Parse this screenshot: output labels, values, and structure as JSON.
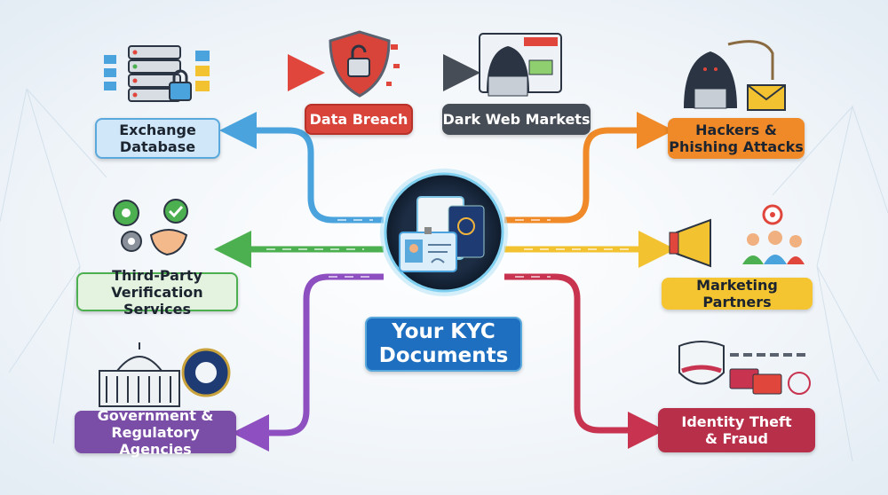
{
  "center": {
    "title_line1": "Your KYC",
    "title_line2": "Documents",
    "icon": "id-card-passport-documents-icon"
  },
  "nodes": {
    "exchange_database": {
      "line1": "Exchange",
      "line2": "Database",
      "icon": "server-database-lock-icon",
      "color": "#cfe7f8"
    },
    "data_breach": {
      "label": "Data Breach",
      "icon": "broken-shield-lock-icon",
      "color": "#d8433a"
    },
    "dark_web_markets": {
      "label": "Dark Web Markets",
      "icon": "hooded-hacker-laptop-shop-icon",
      "color": "#474d56"
    },
    "hackers_phishing": {
      "line1": "Hackers &",
      "line2": "Phishing Attacks",
      "icon": "hacker-fishing-email-icon",
      "color": "#f08a28"
    },
    "third_party": {
      "line1": "Third-Party",
      "line2": "Verification Services",
      "icon": "gears-handshake-check-icon",
      "color": "#e3f3df"
    },
    "marketing_partners": {
      "label": "Marketing Partners",
      "icon": "megaphone-people-target-icon",
      "color": "#f4c531"
    },
    "government": {
      "line1": "Government &",
      "line2": "Regulatory Agencies",
      "icon": "capitol-building-seal-icon",
      "color": "#7a4ea6"
    },
    "identity_theft": {
      "line1": "Identity Theft",
      "line2": "& Fraud",
      "icon": "mask-cards-fingerprint-icon",
      "color": "#b82f49"
    }
  },
  "flow_colors": {
    "blue": "#4aa3dc",
    "green": "#4caf50",
    "purple": "#8e4fc0",
    "orange": "#f08a28",
    "yellow": "#f2c230",
    "red": "#c8334f"
  }
}
